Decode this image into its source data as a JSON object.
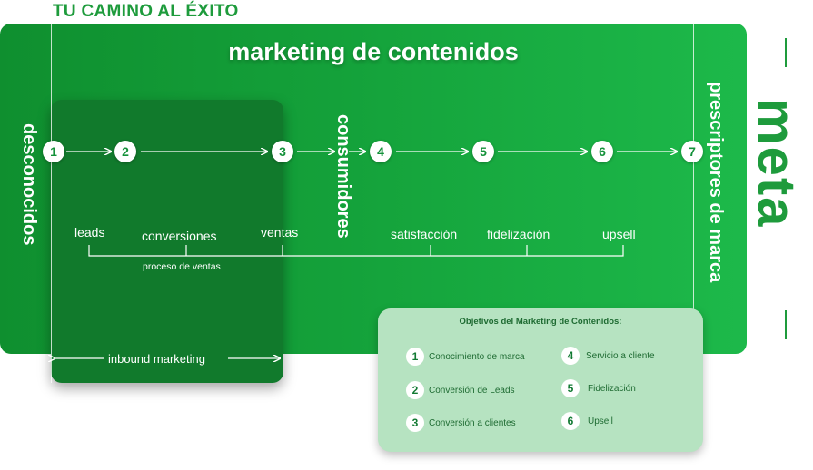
{
  "header": {
    "title": "TU CAMINO AL ÉXITO"
  },
  "diagram": {
    "main_title": "marketing de contenidos",
    "left_label": "desconocidos",
    "middle_label": "consumidores",
    "right_label": "prescriptores de marca",
    "goal_label": "meta",
    "steps": [
      "1",
      "2",
      "3",
      "4",
      "5",
      "6",
      "7"
    ],
    "stages": [
      "leads",
      "conversiones",
      "ventas",
      "satisfacción",
      "fidelización",
      "upsell"
    ],
    "sales_process_label": "proceso de ventas",
    "inbound_label": "inbound marketing"
  },
  "objectives": {
    "title": "Objetivos del Marketing de Contenidos:",
    "items": [
      {
        "num": "1",
        "label": "Conocimiento de marca"
      },
      {
        "num": "2",
        "label": "Conversión de Leads"
      },
      {
        "num": "3",
        "label": "Conversión a clientes"
      },
      {
        "num": "4",
        "label": "Servicio a cliente"
      },
      {
        "num": "5",
        "label": "Fidelización"
      },
      {
        "num": "6",
        "label": "Upsell"
      }
    ]
  },
  "colors": {
    "brand_green": "#1e9b3c",
    "panel_dark": "#117a2c",
    "objectives_bg": "#b6e3c1"
  }
}
